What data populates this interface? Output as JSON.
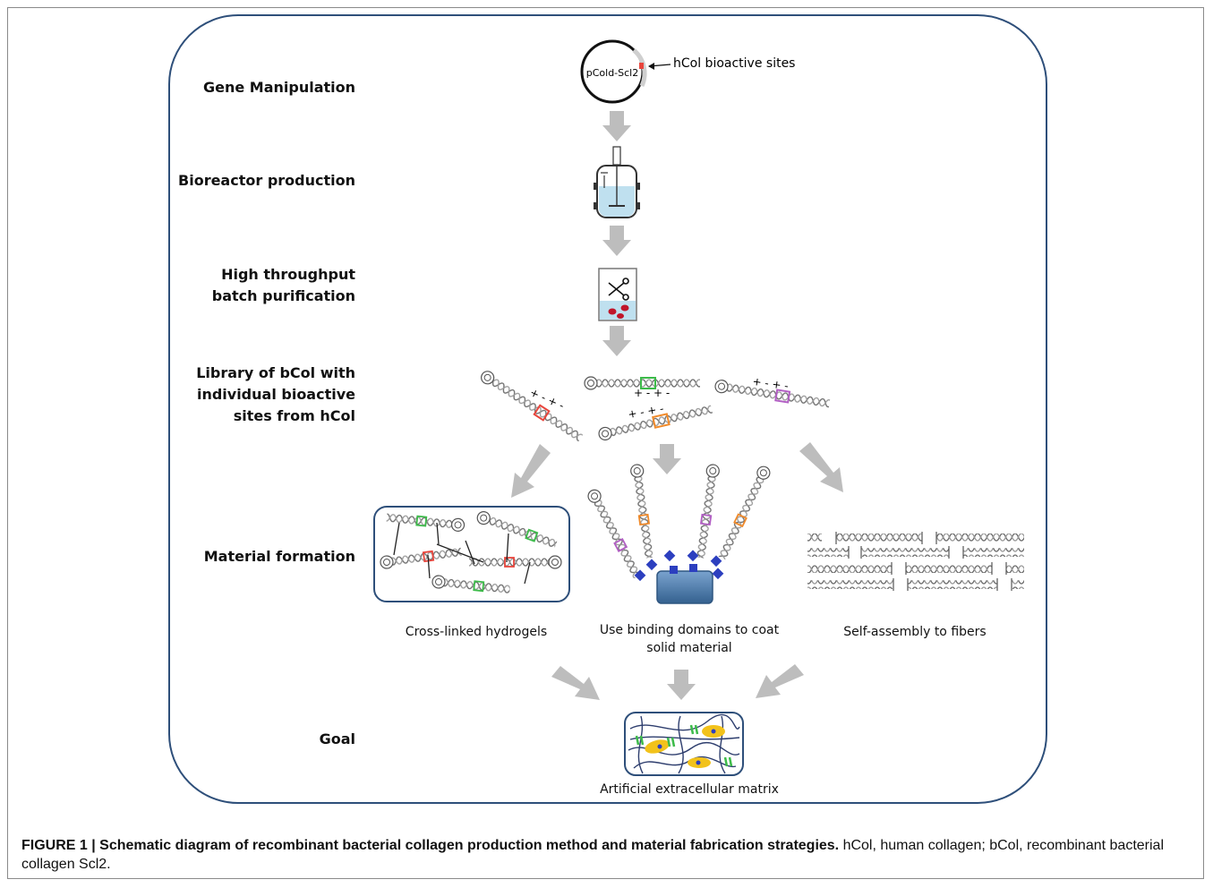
{
  "stages": [
    {
      "key": "gene",
      "label": "Gene Manipulation"
    },
    {
      "key": "bioreactor",
      "label": "Bioreactor production"
    },
    {
      "key": "purification",
      "label_line1": "High throughput",
      "label_line2": "batch purification"
    },
    {
      "key": "library",
      "label_line1": "Library of bCol with",
      "label_line2": "individual bioactive",
      "label_line3": "sites from hCol"
    },
    {
      "key": "material",
      "label": "Material formation"
    },
    {
      "key": "goal",
      "label": "Goal"
    }
  ],
  "plasmid": {
    "name": "pCold-Scl2",
    "annotation": "hCol bioactive sites"
  },
  "charges": {
    "set_a": "+ - + -",
    "set_b": "+ - + -",
    "set_c": "+ - + -",
    "set_d": "+ - + -"
  },
  "outcomes": {
    "hydrogel": "Cross-linked hydrogels",
    "coat_line1": "Use binding domains to coat",
    "coat_line2": "solid material",
    "fibers": "Self-assembly to fibers"
  },
  "goal_caption": "Artificial extracellular matrix",
  "figure_caption": {
    "lead": "FIGURE 1 | Schematic diagram of recombinant bacterial collagen production method and material fabrication strategies.",
    "rest": " hCol, human collagen; bCol, recombinant bacterial collagen Scl2."
  },
  "colors": {
    "panel_border": "#2e4f7a",
    "arrow_gray": "#bdbdbd",
    "helix": "#6b6b6b",
    "site_red": "#e8453c",
    "site_green": "#3dbb4a",
    "site_orange": "#f08a2a",
    "site_purple": "#b25fc4",
    "binding_blue": "#2c3fbf",
    "block_blue": "#4a77a8",
    "cell_yellow": "#f2c21b"
  }
}
